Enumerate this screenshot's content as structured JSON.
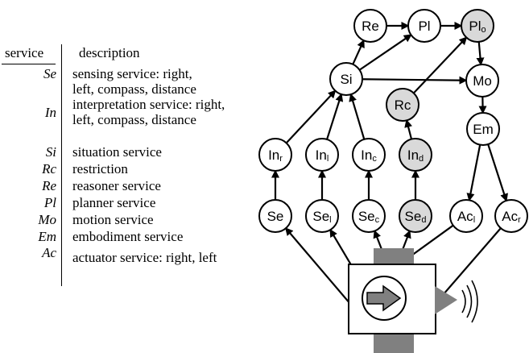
{
  "legend": {
    "header_service": "service",
    "header_description": "description",
    "rows": [
      {
        "abbr": "Se",
        "desc": "sensing service: right,\nleft, compass, distance"
      },
      {
        "abbr": "In",
        "desc": "interpretation service: right,\nleft, compass, distance"
      },
      {
        "abbr": "Si",
        "desc": "situation service"
      },
      {
        "abbr": "Rc",
        "desc": "restriction"
      },
      {
        "abbr": "Re",
        "desc": "reasoner service"
      },
      {
        "abbr": "Pl",
        "desc": "planner service"
      },
      {
        "abbr": "Mo",
        "desc": "motion service"
      },
      {
        "abbr": "Em",
        "desc": "embodiment service"
      },
      {
        "abbr": "Ac",
        "desc": "actuator service: right, left"
      }
    ]
  },
  "colors": {
    "shaded": "#d9d9d9",
    "plain": "#ffffff",
    "robot_part": "#808080"
  },
  "nodes": [
    {
      "id": "Re",
      "label": "Re",
      "sub": "",
      "shaded": false
    },
    {
      "id": "Pl",
      "label": "Pl",
      "sub": "",
      "shaded": false
    },
    {
      "id": "Plo",
      "label": "Pl",
      "sub": "o",
      "shaded": true
    },
    {
      "id": "Si",
      "label": "Si",
      "sub": "",
      "shaded": false
    },
    {
      "id": "Mo",
      "label": "Mo",
      "sub": "",
      "shaded": false
    },
    {
      "id": "Rc",
      "label": "Rc",
      "sub": "",
      "shaded": true
    },
    {
      "id": "Em",
      "label": "Em",
      "sub": "",
      "shaded": false
    },
    {
      "id": "Inr",
      "label": "In",
      "sub": "r",
      "shaded": false
    },
    {
      "id": "Inl",
      "label": "In",
      "sub": "l",
      "shaded": false
    },
    {
      "id": "Inc",
      "label": "In",
      "sub": "c",
      "shaded": false
    },
    {
      "id": "Ind",
      "label": "In",
      "sub": "d",
      "shaded": true
    },
    {
      "id": "Se",
      "label": "Se",
      "sub": "",
      "shaded": false
    },
    {
      "id": "Sel",
      "label": "Se",
      "sub": "l",
      "shaded": false
    },
    {
      "id": "Sec",
      "label": "Se",
      "sub": "c",
      "shaded": false
    },
    {
      "id": "Sed",
      "label": "Se",
      "sub": "d",
      "shaded": true
    },
    {
      "id": "Acl",
      "label": "Ac",
      "sub": "l",
      "shaded": false
    },
    {
      "id": "Acr",
      "label": "Ac",
      "sub": "r",
      "shaded": false
    }
  ],
  "edges": [
    [
      "Re",
      "Pl"
    ],
    [
      "Pl",
      "Plo"
    ],
    [
      "Si",
      "Re"
    ],
    [
      "Si",
      "Pl"
    ],
    [
      "Si",
      "Mo"
    ],
    [
      "Rc",
      "Plo"
    ],
    [
      "Plo",
      "Mo"
    ],
    [
      "Mo",
      "Em"
    ],
    [
      "Em",
      "Acl"
    ],
    [
      "Em",
      "Acr"
    ],
    [
      "Inr",
      "Si"
    ],
    [
      "Inl",
      "Si"
    ],
    [
      "Inc",
      "Si"
    ],
    [
      "Ind",
      "Rc"
    ],
    [
      "Se",
      "Inr"
    ],
    [
      "Sel",
      "Inl"
    ],
    [
      "Sec",
      "Inc"
    ],
    [
      "Sed",
      "Ind"
    ],
    [
      "robot",
      "Se"
    ],
    [
      "robot",
      "Sel"
    ],
    [
      "robot",
      "Sec"
    ],
    [
      "robot",
      "Sed"
    ],
    [
      "Acl",
      "robot"
    ],
    [
      "Acr",
      "robot"
    ]
  ]
}
